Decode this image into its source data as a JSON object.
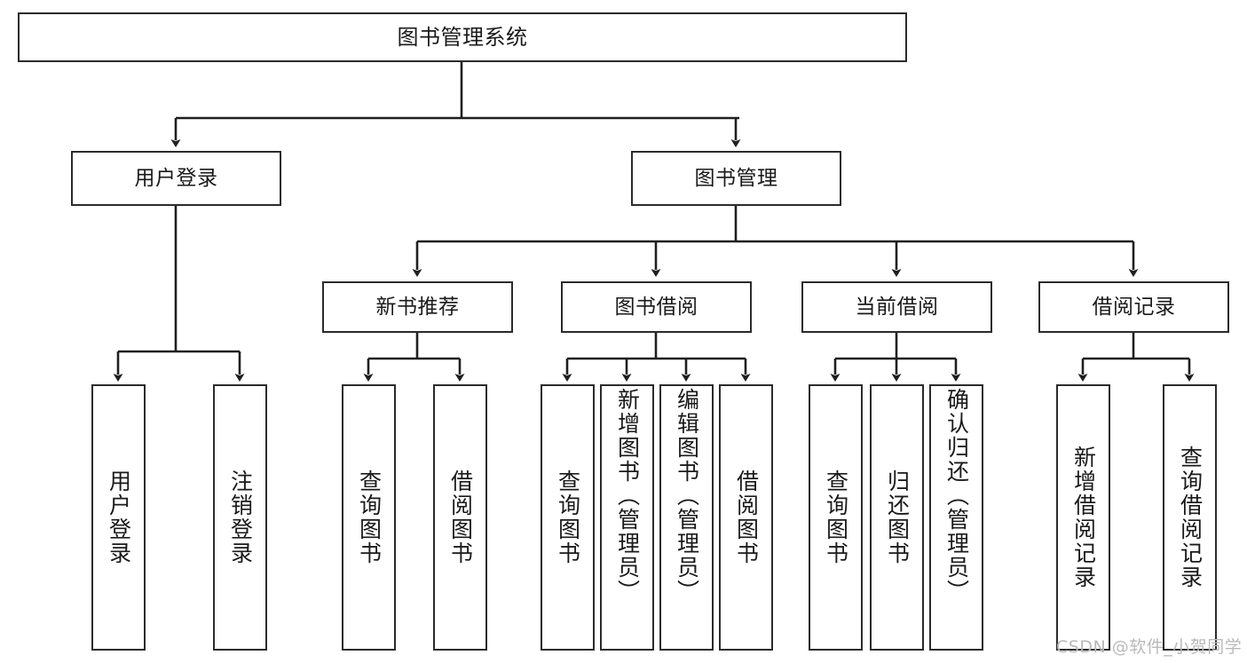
{
  "diagram": {
    "type": "tree",
    "title": "图书管理系统",
    "orientation": "top-down",
    "colors": {
      "box_border": "#2b2b2b",
      "box_fill": "#ffffff",
      "edge": "#1f1f1f",
      "text": "#1a1a1a",
      "watermark": "#b9b9b9",
      "background": "#ffffff"
    },
    "root": {
      "id": "root",
      "label": "图书管理系统"
    },
    "level2": [
      {
        "id": "user-login",
        "label": "用户登录"
      },
      {
        "id": "book-management",
        "label": "图书管理"
      }
    ],
    "level3": [
      {
        "id": "new-book-recommend",
        "label": "新书推荐",
        "parent": "book-management"
      },
      {
        "id": "book-borrow",
        "label": "图书借阅",
        "parent": "book-management"
      },
      {
        "id": "current-borrow",
        "label": "当前借阅",
        "parent": "book-management"
      },
      {
        "id": "borrow-record",
        "label": "借阅记录",
        "parent": "book-management"
      }
    ],
    "leaves": [
      {
        "id": "leaf-user-login",
        "label": "用户登录",
        "parent": "user-login"
      },
      {
        "id": "leaf-user-logout",
        "label": "注销登录",
        "parent": "user-login"
      },
      {
        "id": "leaf-query-book-1",
        "label": "查询图书",
        "parent": "new-book-recommend"
      },
      {
        "id": "leaf-borrow-book-1",
        "label": "借阅图书",
        "parent": "new-book-recommend"
      },
      {
        "id": "leaf-query-book-2",
        "label": "查询图书",
        "parent": "book-borrow"
      },
      {
        "id": "leaf-add-book",
        "label": "新增图书（管理员）",
        "parent": "book-borrow"
      },
      {
        "id": "leaf-edit-book",
        "label": "编辑图书（管理员）",
        "parent": "book-borrow"
      },
      {
        "id": "leaf-borrow-book-2",
        "label": "借阅图书",
        "parent": "book-borrow"
      },
      {
        "id": "leaf-query-book-3",
        "label": "查询图书",
        "parent": "current-borrow"
      },
      {
        "id": "leaf-return-book",
        "label": "归还图书",
        "parent": "current-borrow"
      },
      {
        "id": "leaf-confirm-return",
        "label": "确认归还（管理员）",
        "parent": "current-borrow"
      },
      {
        "id": "leaf-add-record",
        "label": "新增借阅记录",
        "parent": "borrow-record"
      },
      {
        "id": "leaf-query-record",
        "label": "查询借阅记录",
        "parent": "borrow-record"
      }
    ],
    "watermark": "CSDN @软件_小贺同学"
  }
}
